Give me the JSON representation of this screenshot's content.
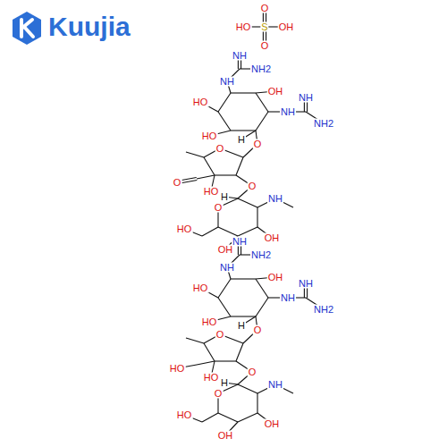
{
  "diagram": {
    "labels": [
      "Kuujia",
      "O",
      "HO",
      "S",
      "OH",
      "O",
      "NH",
      "NH2",
      "NH",
      "HO",
      "OH",
      "NH",
      "NH",
      "NH2",
      "HO",
      "H",
      "O",
      "O",
      "O",
      "HO",
      "O",
      "H",
      "O",
      "NH",
      "HO",
      "OH",
      "OH",
      "NH",
      "NH2",
      "NH",
      "HO",
      "OH",
      "NH",
      "NH",
      "NH2",
      "HO",
      "H",
      "O",
      "O",
      "HO",
      "HO",
      "O",
      "H",
      "O",
      "NH",
      "HO",
      "OH",
      "OH"
    ]
  }
}
